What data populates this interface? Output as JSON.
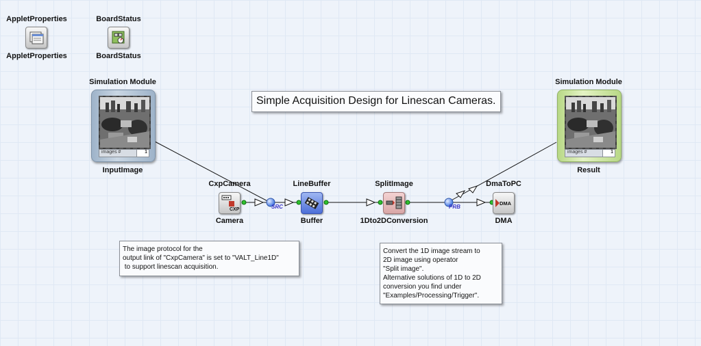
{
  "top_modules": [
    {
      "label_top": "AppletProperties",
      "label_bottom": "AppletProperties",
      "icon": "applet-properties-icon"
    },
    {
      "label_top": "BoardStatus",
      "label_bottom": "BoardStatus",
      "icon": "board-status-icon"
    }
  ],
  "title_note": "Simple Acquisition Design for Linescan Cameras.",
  "simulation_modules": [
    {
      "header": "Simulation Module",
      "name": "InputImage",
      "images_key": "images #",
      "images_value": "1",
      "color": "#9eb3c9"
    },
    {
      "header": "Simulation Module",
      "name": "Result",
      "images_key": "images #",
      "images_value": "1",
      "color": "#b8d886"
    }
  ],
  "operators": [
    {
      "type": "CxpCamera",
      "name": "Camera",
      "icon": "cxp-camera-icon",
      "icon_text": "CXP"
    },
    {
      "type": "LineBuffer",
      "name": "Buffer",
      "icon": "line-buffer-icon"
    },
    {
      "type": "SplitImage",
      "name": "1Dto2DConversion",
      "icon": "split-image-icon"
    },
    {
      "type": "DmaToPC",
      "name": "DMA",
      "icon": "dma-icon",
      "icon_text": "DMA"
    }
  ],
  "port_tags": {
    "src": "SRC",
    "prb": "PRB"
  },
  "notes": {
    "camera_note": [
      "The image protocol for the",
      "output link of \"CxpCamera\" is set to \"VALT_Line1D\"",
      " to support linescan acquisition."
    ],
    "split_note": [
      "Convert the 1D image stream to",
      "2D image using operator",
      "\"Split image\".",
      "Alternative solutions of 1D to 2D",
      "conversion you find under",
      "\"Examples/Processing/Trigger\"."
    ]
  }
}
